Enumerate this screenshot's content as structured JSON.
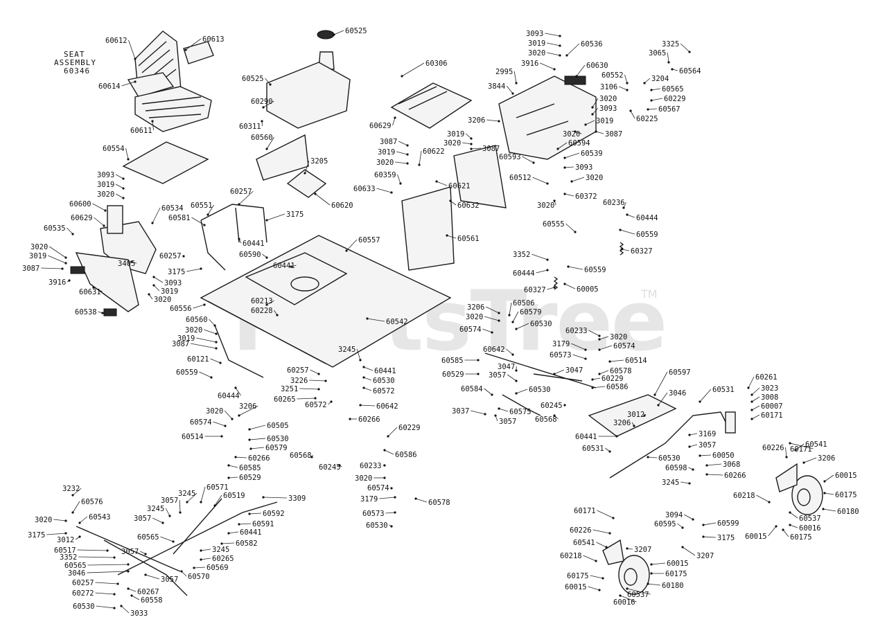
{
  "seat_label": [
    "SEAT",
    "ASSEMBLY",
    "60346"
  ],
  "watermark": {
    "text": "PartsTree",
    "tm": "TM"
  },
  "callouts": {
    "a1": "60612",
    "a2": "60613",
    "a3": "60614",
    "a4": "60611",
    "a5": "60525",
    "a6": "60525",
    "a7": "60290",
    "a8": "60311",
    "a9": "60306",
    "a10": "60629",
    "a11": "60554",
    "a12": "60560",
    "a13": "3205",
    "a14": "60620",
    "a15": "3093",
    "a16": "3019",
    "a17": "3020",
    "a18": "60600",
    "a19": "60534",
    "a20": "60629",
    "a21": "60535",
    "a22": "3020",
    "a23": "3019",
    "a24": "3087",
    "a25": "3916",
    "a26": "3405",
    "a27": "60631",
    "a28": "60538",
    "a29": "3093",
    "a30": "3019",
    "a31": "3020",
    "a32": "60257",
    "a33": "60551",
    "a34": "60581",
    "a35": "3175",
    "a36": "60441",
    "a37": "60257",
    "a38": "3175",
    "a39": "60590",
    "a40": "60441",
    "a41": "60557",
    "a42": "60556",
    "a43": "60213",
    "a44": "60228",
    "a45": "60560",
    "a46": "3020",
    "a47": "3019",
    "a48": "3087",
    "a49": "60121",
    "a50": "60559",
    "a51": "60444",
    "a52": "60542",
    "a53": "3245",
    "a54": "60441",
    "a55": "60530",
    "a56": "60572",
    "a57": "60257",
    "a58": "3226",
    "a59": "3251",
    "a60": "60265",
    "a61": "60572",
    "a62": "60642",
    "a63": "3206",
    "a64": "3020",
    "a65": "60505",
    "a66": "60574",
    "a67": "60514",
    "a68": "60530",
    "a69": "60579",
    "a70": "60266",
    "a71": "60585",
    "a72": "60529",
    "a73": "60266",
    "a74": "60229",
    "a75": "60586",
    "a76": "60568",
    "a77": "60245",
    "a78": "60233",
    "a79": "3020",
    "a80": "60574",
    "a81": "3179",
    "a82": "60573",
    "a83": "60530",
    "a84": "60578",
    "a85": "3087",
    "a86": "3019",
    "a87": "3020",
    "a88": "60622",
    "a89": "60359",
    "a90": "60621",
    "a91": "60633",
    "a92": "3019",
    "a93": "3020",
    "a94": "3087",
    "a95": "60632",
    "a96": "60561",
    "a97": "3093",
    "a98": "3019",
    "a99": "3020",
    "a100": "3916",
    "a101": "2995",
    "a102": "3844",
    "a103": "3206",
    "a104": "60536",
    "a105": "60630",
    "a106": "60552",
    "a107": "3106",
    "a108": "3020",
    "a109": "3093",
    "a110": "3019",
    "a111": "3020",
    "a112": "3087",
    "a113": "60593",
    "a114": "60594",
    "a115": "60539",
    "a116": "3093",
    "a117": "60512",
    "a118": "3020",
    "a119": "3020",
    "a120": "60372",
    "a121": "3325",
    "a122": "3065",
    "a123": "60564",
    "a124": "3204",
    "a125": "60565",
    "a126": "60229",
    "a127": "60567",
    "a128": "60225",
    "a129": "60236",
    "a130": "60444",
    "a131": "60555",
    "a132": "60559",
    "a133": "3352",
    "a134": "60444",
    "a135": "60559",
    "a136": "60327",
    "a137": "60327",
    "a138": "60005",
    "a139": "3206",
    "a140": "3020",
    "a141": "60506",
    "a142": "60579",
    "a143": "60574",
    "a144": "60530",
    "a145": "60233",
    "a146": "3020",
    "a147": "3179",
    "a148": "60574",
    "a149": "60573",
    "a150": "60514",
    "a151": "60642",
    "a152": "60585",
    "a153": "60529",
    "a154": "3047",
    "a155": "3057",
    "a156": "3047",
    "a157": "60578",
    "a158": "60229",
    "a159": "60586",
    "a160": "60584",
    "a161": "60530",
    "a162": "3037",
    "a163": "60575",
    "a164": "3057",
    "a165": "60245",
    "a166": "60568",
    "a167": "60597",
    "a168": "3046",
    "a169": "60531",
    "a170": "3012",
    "a171": "3206",
    "a172": "60441",
    "a173": "3169",
    "a174": "3057",
    "a175": "60531",
    "a176": "60530",
    "a177": "60050",
    "a178": "3068",
    "a179": "60598",
    "a180": "60266",
    "a181": "3245",
    "a182": "60261",
    "a183": "3023",
    "a184": "3008",
    "a185": "60007",
    "a186": "60171",
    "a187": "60171",
    "a188": "60541",
    "a189": "60226",
    "a190": "3206",
    "a191": "60015",
    "a192": "60175",
    "a193": "60218",
    "a194": "60537",
    "a195": "60180",
    "a196": "60016",
    "a197": "60015",
    "a198": "60175",
    "a199": "60171",
    "a200": "3094",
    "a201": "60599",
    "a202": "60595",
    "a203": "3175",
    "a204": "3207",
    "a205": "60226",
    "a206": "60541",
    "a207": "3207",
    "a208": "60218",
    "a209": "60015",
    "a210": "60175",
    "a211": "60175",
    "a212": "60180",
    "a213": "60015",
    "a214": "60537",
    "a215": "60016",
    "a216": "3232",
    "a217": "60576",
    "a218": "3020",
    "a219": "60543",
    "a220": "3175",
    "a221": "3012",
    "a222": "60517",
    "a223": "3352",
    "a224": "60565",
    "a225": "3046",
    "a226": "60257",
    "a227": "60272",
    "a228": "60530",
    "a229": "3033",
    "a230": "60558",
    "a231": "60267",
    "a232": "3057",
    "a233": "3057",
    "a234": "3057",
    "a235": "3245",
    "a236": "3057",
    "a237": "60565",
    "a238": "3245",
    "a239": "60571",
    "a240": "60519",
    "a241": "3309",
    "a242": "60592",
    "a243": "60591",
    "a244": "60441",
    "a245": "60582",
    "a246": "3245",
    "a247": "60265",
    "a248": "60569",
    "a249": "60570"
  }
}
